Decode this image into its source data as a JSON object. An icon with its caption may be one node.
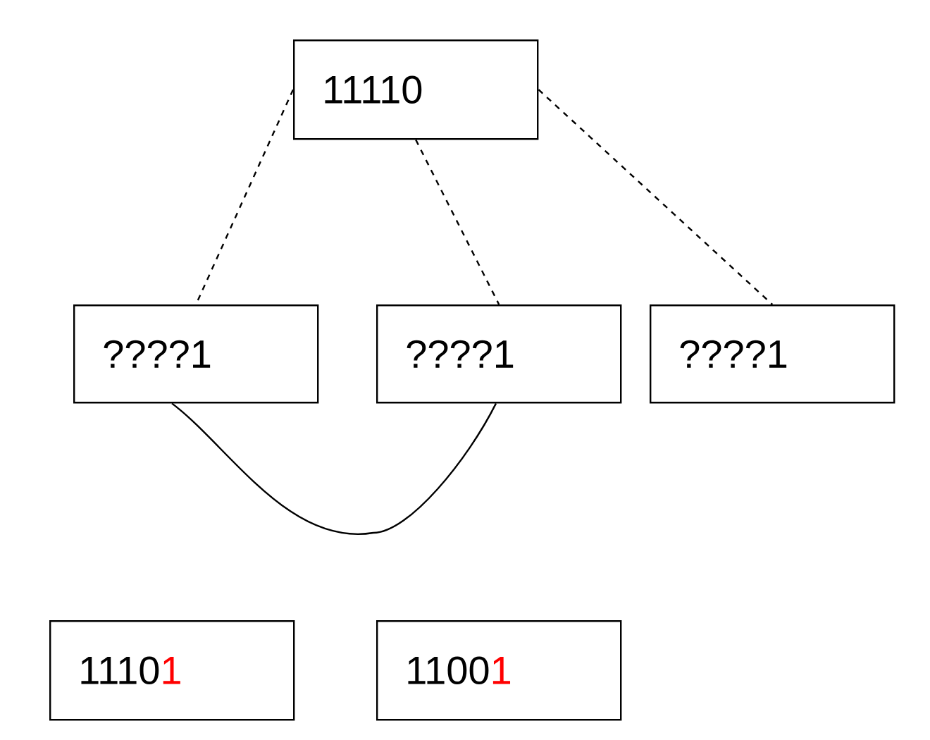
{
  "diagram": {
    "nodes": [
      {
        "text": [
          "11110"
        ]
      },
      {
        "text": [
          "????1"
        ]
      },
      {
        "text": [
          "????1"
        ]
      },
      {
        "text": [
          "????1"
        ]
      },
      {
        "text": [
          "1110",
          "1"
        ]
      },
      {
        "text": [
          "1100",
          "1"
        ]
      }
    ],
    "edges": [
      {
        "from": 0,
        "to": 1,
        "arrow": "none",
        "style": "dashed"
      },
      {
        "from": 0,
        "to": 2,
        "arrow": "none",
        "style": "dashed"
      },
      {
        "from": 0,
        "to": 3,
        "arrow": "none",
        "style": "dashed"
      },
      {
        "from": 1,
        "to": 2,
        "arrow": "none"
      }
    ]
  }
}
